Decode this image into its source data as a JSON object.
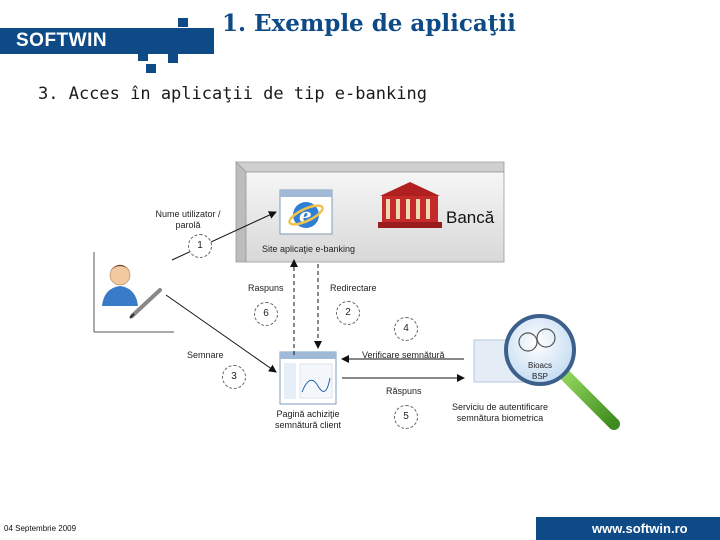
{
  "header": {
    "logo": "SOFTWIN",
    "title": "1. Exemple de aplicaţii"
  },
  "subtitle": "3. Acces în aplicaţii de tip e-banking",
  "diagram": {
    "user_credentials_label": "Nume utilizator /\nparolă",
    "bank_label": "Bancă",
    "site_label": "Site aplicaţie e-banking",
    "raspuns_top": "Raspuns",
    "redirectare": "Redirectare",
    "semnare": "Semnare",
    "verificare": "Verificare semnătură",
    "raspuns_bottom": "Răspuns",
    "pagina": "Pagină achiziţie\nsemnătură client",
    "serviciu": "Serviciu de autentificare\nsemnătura biometrica",
    "bioacs": "Bioacs\nBSP",
    "steps": [
      "1",
      "2",
      "3",
      "4",
      "5",
      "6"
    ]
  },
  "footer": {
    "date": "04 Septembrie 2009",
    "url": "www.softwin.ro"
  },
  "colors": {
    "brand": "#0e4a86",
    "magnifier_handle": "#5aa832"
  },
  "icons": [
    "internet-explorer-icon",
    "bank-building-icon",
    "user-icon",
    "pen-icon",
    "browser-page-icon",
    "magnifier-icon"
  ]
}
